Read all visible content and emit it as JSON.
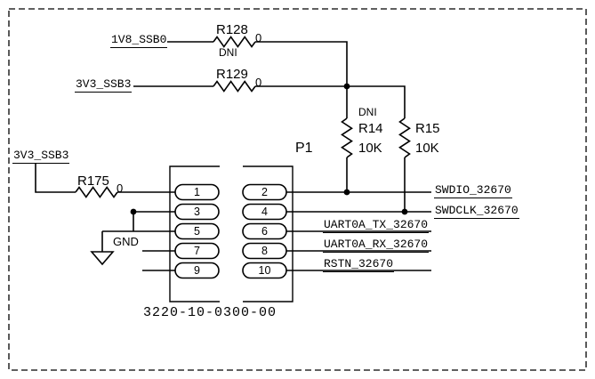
{
  "nets": {
    "v1v8": "1V8_SSB0",
    "v3v3_top": "3V3_SSB3",
    "v3v3_left": "3V3_SSB3",
    "swdio": "SWDIO_32670",
    "swdclk": "SWDCLK_32670",
    "uart_tx": "UART0A_TX_32670",
    "uart_rx": "UART0A_RX_32670",
    "rstn": "RSTN_32670",
    "gnd": "GND"
  },
  "resistors": {
    "r128": {
      "ref": "R128",
      "value": "0",
      "note": "DNI"
    },
    "r129": {
      "ref": "R129",
      "value": "0"
    },
    "r175": {
      "ref": "R175",
      "value": "0"
    },
    "r14": {
      "ref": "R14",
      "value": "10K",
      "note": "DNI"
    },
    "r15": {
      "ref": "R15",
      "value": "10K"
    }
  },
  "connector": {
    "ref": "P1",
    "part_number": "3220-10-0300-00",
    "pins": [
      "1",
      "2",
      "3",
      "4",
      "5",
      "6",
      "7",
      "8",
      "9",
      "10"
    ]
  },
  "colors": {
    "ink": "#000000",
    "paper": "#ffffff"
  }
}
